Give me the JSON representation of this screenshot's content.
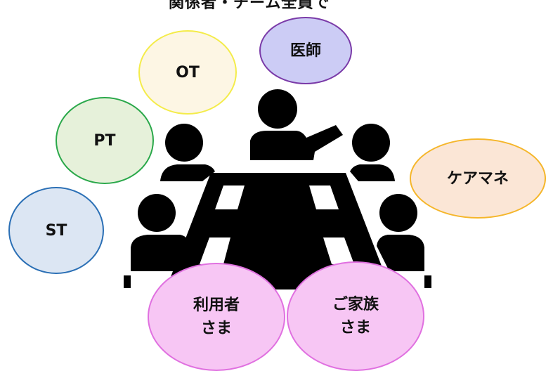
{
  "top_text": "関係者・チーム全員で",
  "bubbles": {
    "doctor": "医師",
    "ot": "OT",
    "pt": "PT",
    "care_manager": "ケアマネ",
    "st": "ST",
    "user_line1": "利用者",
    "user_line2": "さま",
    "family_line1": "ご家族",
    "family_line2": "さま"
  },
  "colors": {
    "figure": "#000000",
    "doctor": "#ccccf5",
    "ot": "#fdf6e4",
    "pt": "#e6f1da",
    "care_manager": "#fbe6d6",
    "st": "#dce6f3",
    "user": "#f7c6f4",
    "family": "#f7c6f4"
  }
}
